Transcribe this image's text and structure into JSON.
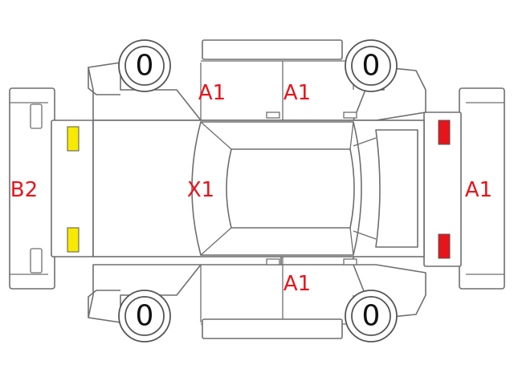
{
  "colors": {
    "label": "#e8141b",
    "indicator_yellow": "#f7ea00",
    "indicator_red": "#e8141b"
  },
  "tires": {
    "front_left": "0",
    "front_right": "0",
    "rear_left": "0",
    "rear_right": "0"
  },
  "damage_labels": {
    "rear_bumper": "B2",
    "front_bumper": "A1",
    "roof": "X1",
    "upper_rear_door": "A1",
    "upper_front_door": "A1",
    "lower_front_door": "A1"
  }
}
